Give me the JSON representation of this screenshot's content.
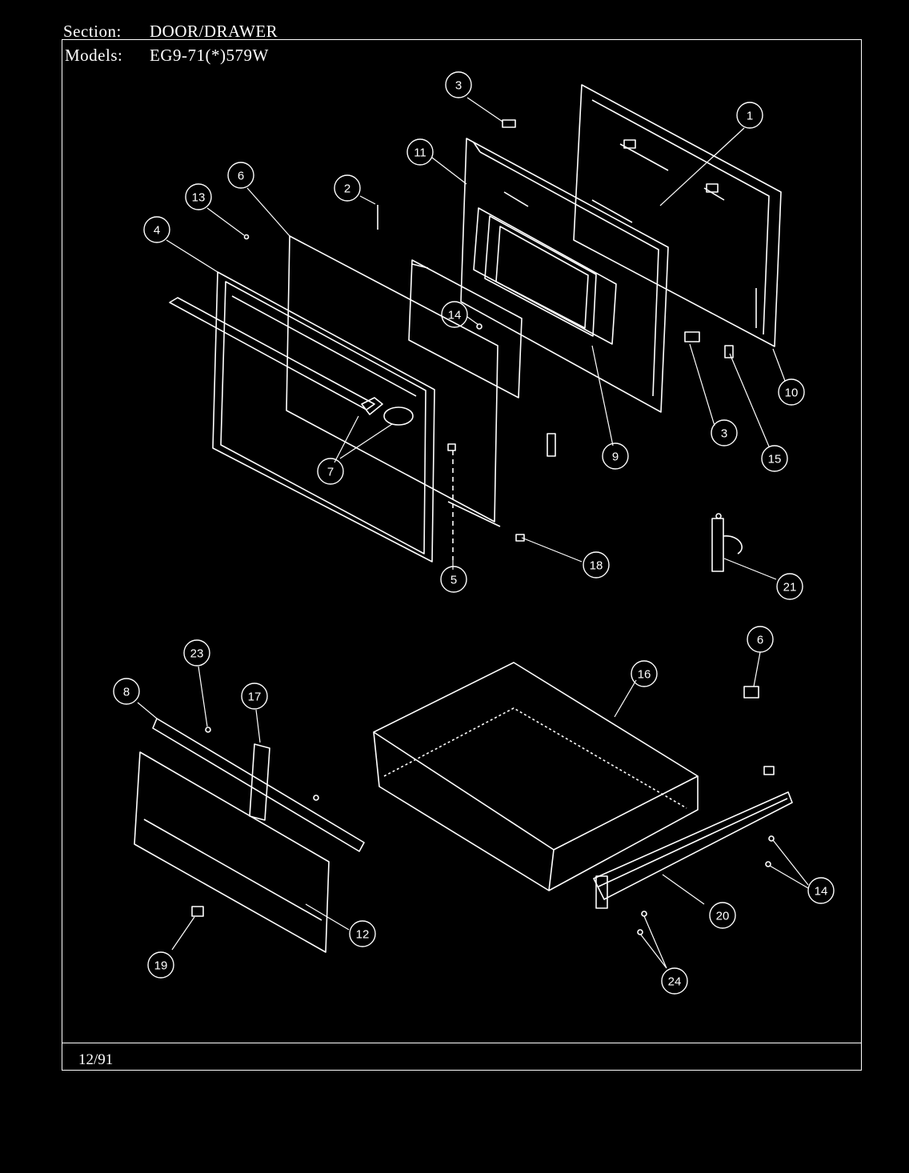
{
  "header": {
    "section_label": "Section:",
    "section_value": "DOOR/DRAWER",
    "models_label": "Models:",
    "models_value": "EG9-71(*)579W"
  },
  "footer": {
    "date": "12/91"
  },
  "callouts": [
    "1",
    "2",
    "3",
    "3",
    "4",
    "5",
    "6",
    "6",
    "7",
    "8",
    "9",
    "10",
    "11",
    "12",
    "13",
    "14",
    "14",
    "15",
    "16",
    "17",
    "18",
    "19",
    "20",
    "21",
    "23",
    "24"
  ],
  "colors": {
    "background": "#000000",
    "line": "#ffffff"
  }
}
